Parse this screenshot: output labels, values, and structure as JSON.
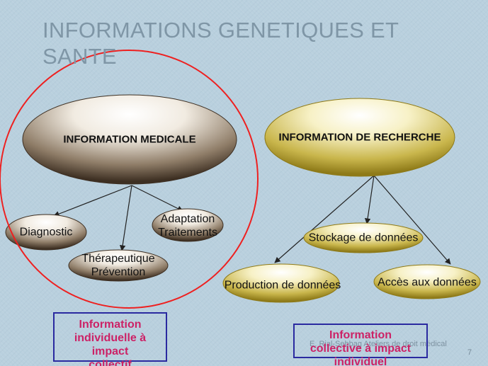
{
  "slide": {
    "title_line1": "INFORMATIONS GENETIQUES ET",
    "title_line2": "SANTE",
    "page_number": "7",
    "footer": "E. Rial-Sebbag Ateliers de droit médical"
  },
  "medical": {
    "main": "INFORMATION MEDICALE",
    "diagnostic": "Diagnostic",
    "adaptation_line1": "Adaptation",
    "adaptation_line2": "Traitements",
    "therapeutique_line1": "Thérapeutique",
    "therapeutique_line2": "Prévention",
    "box_line1": "Information",
    "box_line2": "individuelle à impact",
    "box_line3": "collectif"
  },
  "research": {
    "main": "INFORMATION DE RECHERCHE",
    "stockage": "Stockage de données",
    "production": "Production de données",
    "acces": "Accès aux données",
    "box_line1": "Information",
    "box_line2": "collective à impact",
    "box_line3": "individuel"
  },
  "colors": {
    "background": "#b9d0de",
    "circle": "#ee2020",
    "arrow": "#222222",
    "box_border": "#2a2aa0",
    "box_text": "#cc2266"
  }
}
